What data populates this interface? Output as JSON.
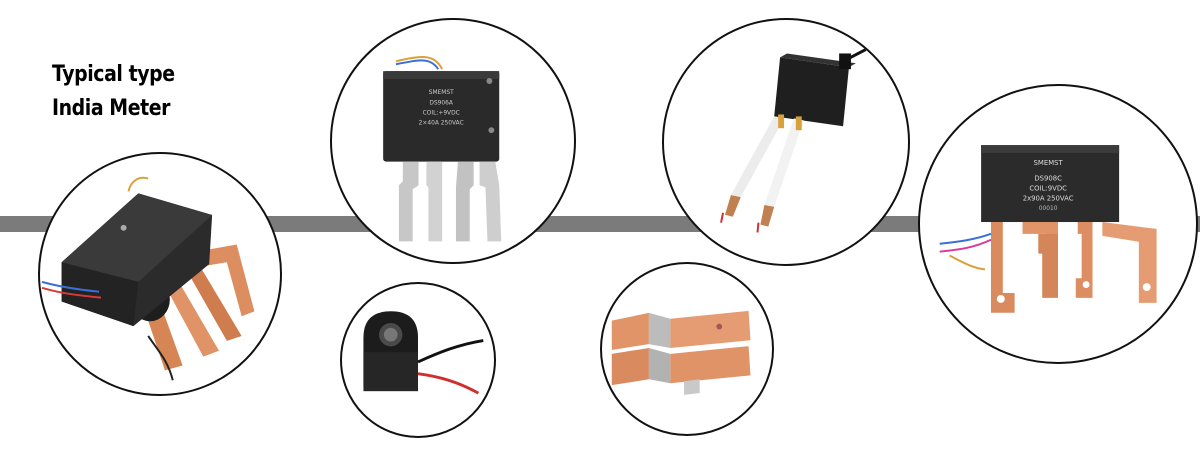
{
  "caption": {
    "line1": "Typical type",
    "line2": "India Meter"
  },
  "relay_center": {
    "brand": "SMEMST",
    "model": "DS906A",
    "coil": "COIL:+9VDC",
    "rating": "2×40A 250VAC"
  },
  "relay_right": {
    "brand": "SMEMST",
    "model": "DS908C",
    "coil": "COIL:9VDC",
    "rating": "2x90A 250VAC",
    "code": "00010"
  },
  "colors": {
    "bar": "#7b7b7b",
    "copper": "#d98a5e",
    "relay_body": "#2a2a2a",
    "silver": "#c9c9c9"
  }
}
